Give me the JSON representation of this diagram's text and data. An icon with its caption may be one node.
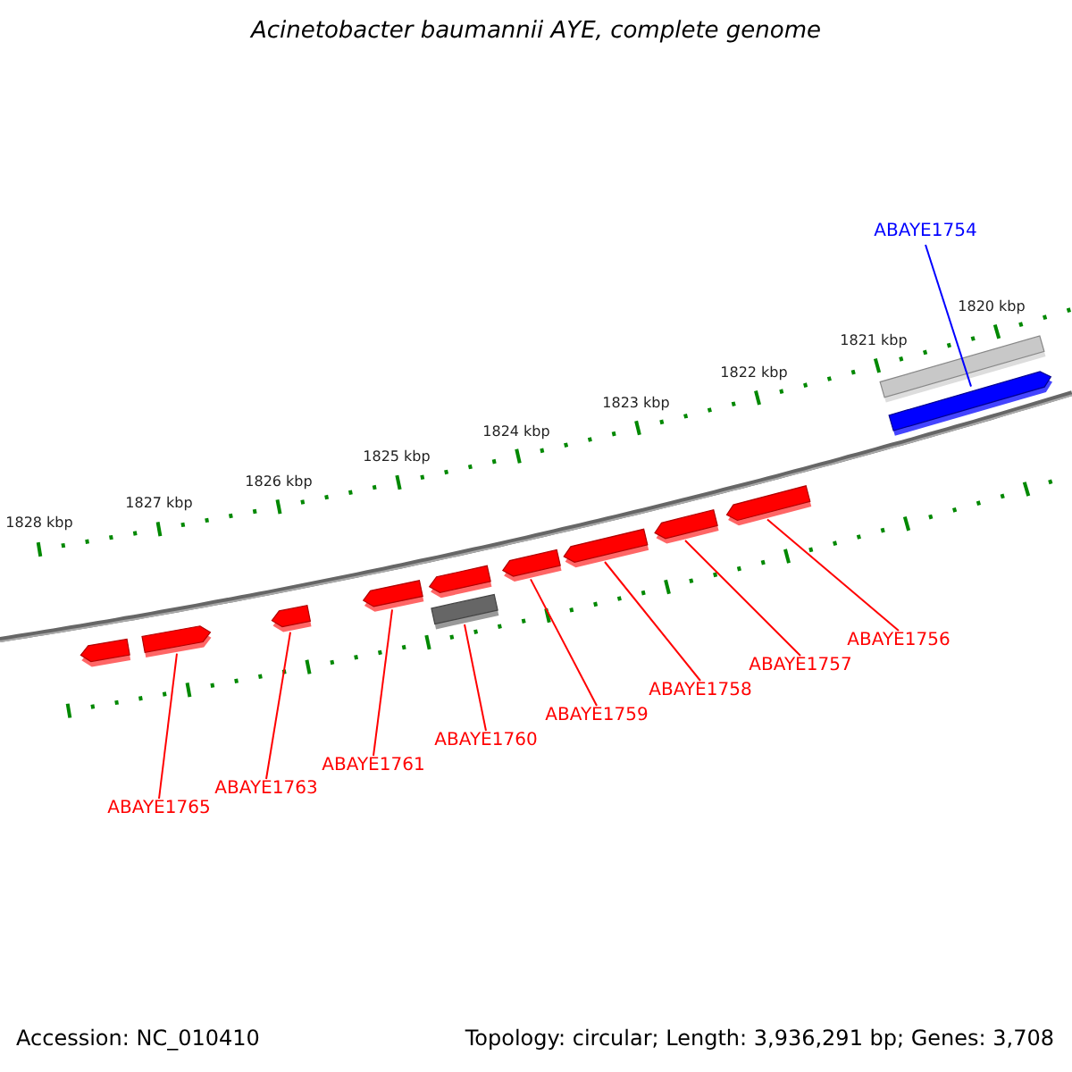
{
  "diagram": {
    "title": "Acinetobacter baumannii AYE, complete genome",
    "nodes": [
      {
        "text": [
          "ABAYE1754"
        ]
      },
      {
        "text": [],
        "shape": "bar"
      },
      {
        "text": [],
        "shape": "arrow"
      },
      {
        "text": [],
        "shape": "arrow"
      },
      {
        "text": [],
        "shape": "arrow"
      },
      {
        "text": [],
        "shape": "arrow"
      },
      {
        "text": [],
        "shape": "arrow"
      },
      {
        "text": [],
        "shape": "arrow"
      },
      {
        "text": [],
        "shape": "arrow"
      },
      {
        "text": [],
        "shape": "arrow"
      },
      {
        "text": [],
        "shape": "arrow"
      },
      {
        "text": [],
        "shape": "arrow"
      },
      {
        "text": [],
        "shape": "bar"
      },
      {
        "text": [
          "ABAYE1765"
        ]
      },
      {
        "text": [
          "ABAYE1763"
        ]
      },
      {
        "text": [
          "ABAYE1761"
        ]
      },
      {
        "text": [
          "ABAYE1760"
        ]
      },
      {
        "text": [
          "ABAYE1759"
        ]
      },
      {
        "text": [
          "ABAYE1758"
        ]
      },
      {
        "text": [
          "ABAYE1757"
        ]
      },
      {
        "text": [
          "ABAYE1756"
        ]
      }
    ],
    "edges": [
      {
        "from": 0,
        "to": 2,
        "arrow": "none",
        "color": "#0000ff"
      },
      {
        "from": 13,
        "to": 4,
        "arrow": "none"
      },
      {
        "from": 14,
        "to": 5,
        "arrow": "none"
      },
      {
        "from": 15,
        "to": 6,
        "arrow": "none"
      },
      {
        "from": 16,
        "to": 12,
        "arrow": "none"
      },
      {
        "from": 17,
        "to": 8,
        "arrow": "none"
      },
      {
        "from": 18,
        "to": 9,
        "arrow": "none"
      },
      {
        "from": 19,
        "to": 10,
        "arrow": "none"
      },
      {
        "from": 20,
        "to": 11,
        "arrow": "none"
      }
    ],
    "labels": [
      "1820 kbp",
      "1821 kbp",
      "1822 kbp",
      "1823 kbp",
      "1824 kbp",
      "1825 kbp",
      "1826 kbp",
      "1827 kbp",
      "1828 kbp",
      "Accession: NC_010410",
      "Topology: circular; Length: 3,936,291 bp; Genes: 3,708"
    ]
  }
}
